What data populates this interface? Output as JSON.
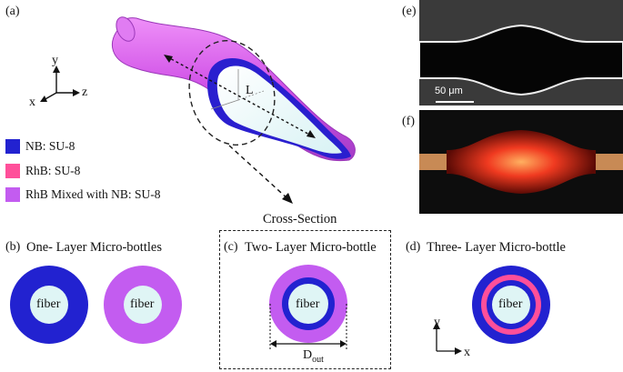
{
  "panels": {
    "a": "(a)",
    "b": "(b)",
    "c": "(c)",
    "d": "(d)",
    "e": "(e)",
    "f": "(f)"
  },
  "axes_a": {
    "y": "y",
    "x": "x",
    "z": "z"
  },
  "axes_d": {
    "y": "y",
    "x": "x"
  },
  "length_label": "L",
  "legend": [
    {
      "text": "NB: SU-8",
      "color": "#2222d0"
    },
    {
      "text": "RhB: SU-8",
      "color": "#ff4f9a"
    },
    {
      "text": "RhB Mixed with NB: SU-8",
      "color": "#c35cf0"
    }
  ],
  "cross_section": "Cross-Section",
  "titles": {
    "b": "One- Layer Micro-bottles",
    "c": "Two- Layer Micro-bottle",
    "d": "Three- Layer Micro-bottle"
  },
  "core_label": "fiber",
  "dim_label": {
    "main": "D",
    "sub": "out"
  },
  "scale_bar": "50 μm",
  "colors": {
    "nb": "#2222d0",
    "rhb": "#ff4f9a",
    "mixed": "#c35cf0",
    "core": "#dff5f5",
    "bottle_body": "#d45ae8"
  }
}
